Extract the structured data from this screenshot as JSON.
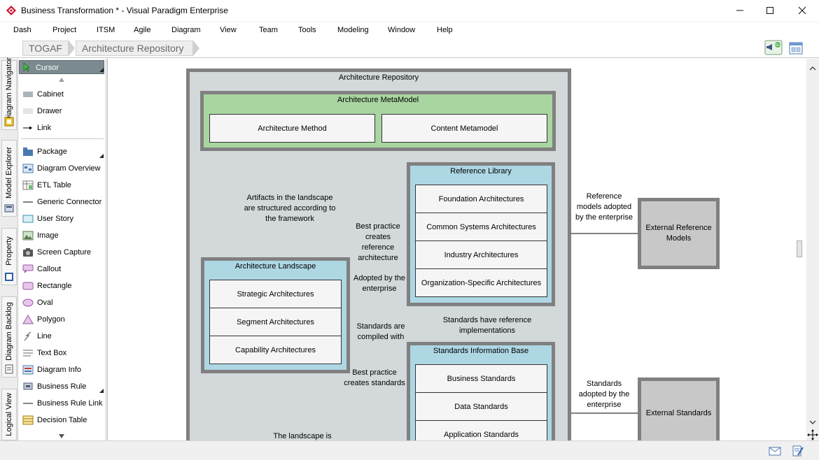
{
  "window": {
    "title": "Business Transformation * - Visual Paradigm Enterprise",
    "minimize_icon": "minimize-icon",
    "maximize_icon": "maximize-icon",
    "close_icon": "close-icon"
  },
  "menu": [
    "Dash",
    "Project",
    "ITSM",
    "Agile",
    "Diagram",
    "View",
    "Team",
    "Tools",
    "Modeling",
    "Window",
    "Help"
  ],
  "breadcrumb": [
    "TOGAF",
    "Architecture Repository"
  ],
  "left_tabs": [
    "Diagram Navigator",
    "Model Explorer",
    "Property",
    "Diagram Backlog",
    "Logical View"
  ],
  "palette": {
    "cursor": "Cursor",
    "group1": [
      "Cabinet",
      "Drawer",
      "Link"
    ],
    "group2": [
      "Package",
      "Diagram Overview",
      "ETL Table",
      "Generic Connector",
      "User Story",
      "Image",
      "Screen Capture",
      "Callout",
      "Rectangle",
      "Oval",
      "Polygon",
      "Line",
      "Text Box",
      "Diagram Info",
      "Business Rule",
      "Business Rule Link",
      "Decision Table"
    ]
  },
  "diagram": {
    "repository_title": "Architecture Repository",
    "metamodel": {
      "title": "Architecture MetaModel",
      "items": [
        "Architecture Method",
        "Content Metamodel"
      ]
    },
    "reference_library": {
      "title": "Reference Library",
      "items": [
        "Foundation Architectures",
        "Common Systems Architectures",
        "Industry Architectures",
        "Organization-Specific Architectures"
      ]
    },
    "landscape": {
      "title": "Architecture Landscape",
      "items": [
        "Strategic Architectures",
        "Segment Architectures",
        "Capability Architectures"
      ]
    },
    "standards_base": {
      "title": "Standards Information Base",
      "items": [
        "Business Standards",
        "Data Standards",
        "Application Standards"
      ]
    },
    "external_reference": "External Reference Models",
    "external_standards": "External Standards",
    "labels": {
      "artifacts": "Artifacts in the landscape are structured according to the framework",
      "best_practice_ref": "Best practice creates reference architecture",
      "adopted": "Adopted by the enterprise",
      "standards_compiled": "Standards are compiled with",
      "best_practice_std": "Best practice creates standards",
      "standards_have_ref": "Standards have reference implementations",
      "ref_models_adopted": "Reference models adopted by the enterprise",
      "standards_adopted": "Standards adopted by the enterprise",
      "landscape_is": "The landscape is"
    }
  },
  "colors": {
    "container_gray": "#d3d8da",
    "container_border": "#808080",
    "metamodel_green": "#a8d5a0",
    "library_blue": "#aed7e4",
    "external_gray": "#c8c8c8",
    "cursor_highlight": "#7b8a8f"
  }
}
